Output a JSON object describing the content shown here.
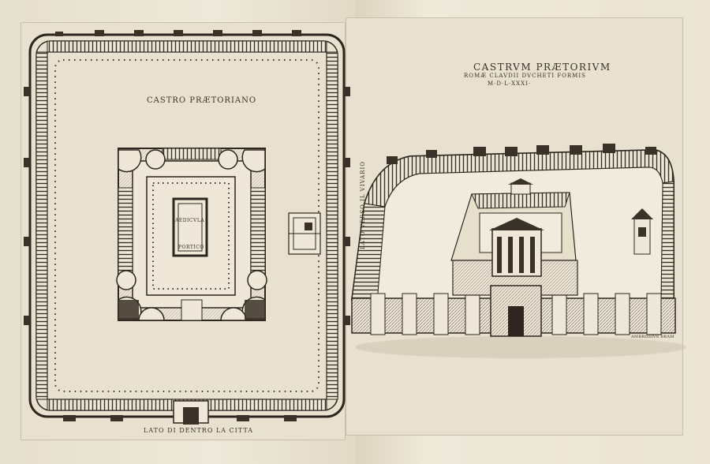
{
  "left_plate": {
    "title": "CASTRO PRÆTORIANO",
    "aedicula": "AEDICVLA",
    "porticus": "PORTICO",
    "bottom_caption": "LATO DI DENTRO LA CITTA"
  },
  "right_plate": {
    "title": "CASTRVM PRÆTORIVM",
    "subtitle": "ROMÆ CLAVDII DVCHETI FORMIS",
    "date": "M·D·L·XXXI·",
    "side_caption": "LATO VERSO IL VIVARIO",
    "signature": "AMBROSIVS BRAM"
  },
  "colors": {
    "paper": "#ece5d4",
    "ink": "#3a3128"
  }
}
